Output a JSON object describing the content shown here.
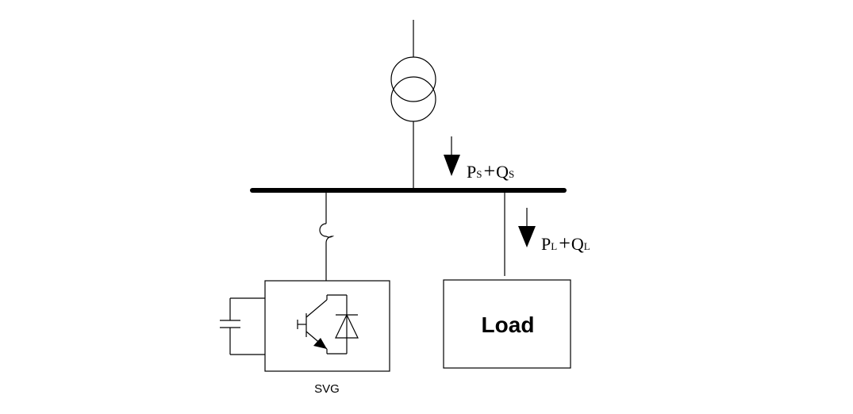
{
  "labels": {
    "source_flow": {
      "p": "P",
      "p_sub": "S",
      "op": "+",
      "q": "Q",
      "q_sub": "S"
    },
    "load_flow": {
      "p": "P",
      "p_sub": "L",
      "op": "+",
      "q": "Q",
      "q_sub": "L"
    },
    "load_box": "Load",
    "svg_caption": "SVG"
  }
}
